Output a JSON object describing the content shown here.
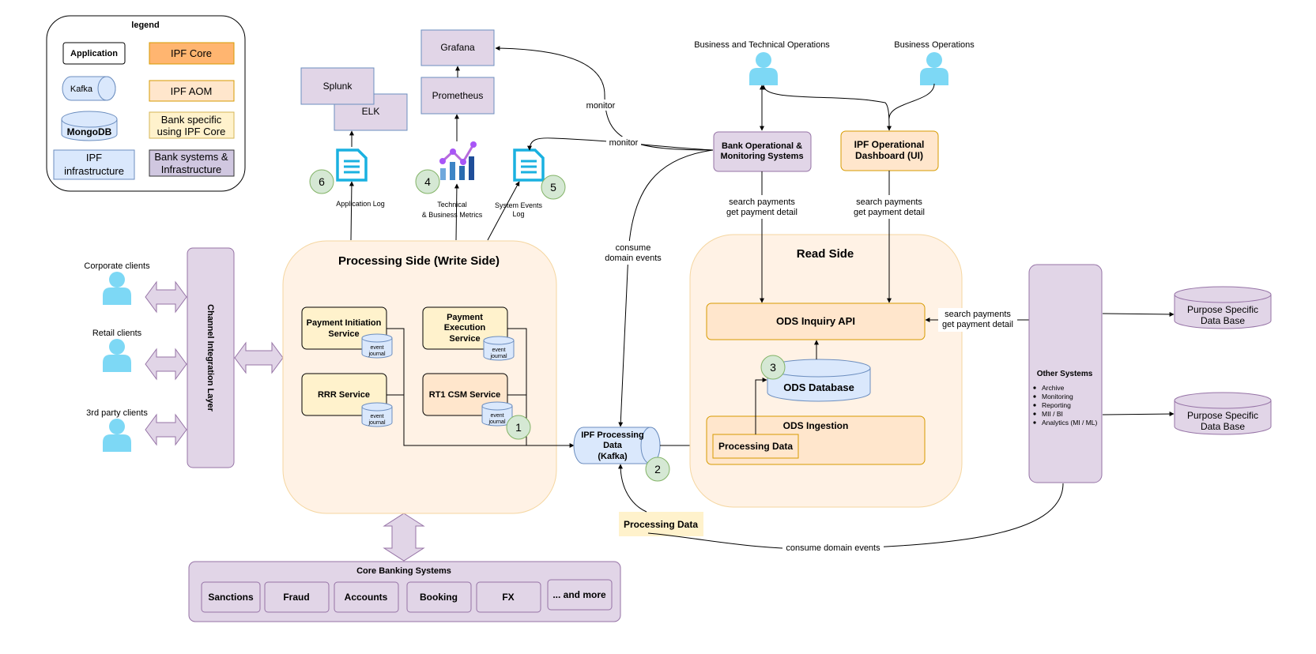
{
  "colors": {
    "app_fill": "#fff2cc",
    "app_stroke": "#000000",
    "core_fill": "#ffb570",
    "core_stroke": "#d79b00",
    "aom_fill": "#ffe6cc",
    "aom_stroke": "#d79b00",
    "bank_core_fill": "#fff2cc",
    "bank_core_stroke": "#d6b656",
    "infra_fill": "#dae8fc",
    "infra_stroke": "#6c8ebf",
    "banksys_fill": "#e1d5e7",
    "banksys_stroke": "#9673a6",
    "zone_fill": "#fff2e5",
    "zone_stroke": "#f5d6a0",
    "step_fill": "#d5e8d4",
    "step_stroke": "#82b366",
    "person": "#7dd8f5",
    "icon_cyan": "#1ab1e0"
  },
  "legend": {
    "title": "legend",
    "application": "Application",
    "ipf_core": "IPF Core",
    "kafka": "Kafka",
    "ipf_aom": "IPF AOM",
    "mongodb": "MongoDB",
    "bank_specific": [
      "Bank specific",
      "using IPF Core"
    ],
    "ipf_infra": [
      "IPF",
      "infrastructure"
    ],
    "bank_systems": [
      "Bank systems &",
      "Infrastructure"
    ]
  },
  "monitoring": {
    "grafana": "Grafana",
    "prometheus": "Prometheus",
    "splunk": "Splunk",
    "elk": "ELK",
    "app_log": "Application Log",
    "metrics": [
      "Technical",
      "& Business Metrics"
    ],
    "system_events": [
      "System Events",
      "Log"
    ],
    "monitor_1": "monitor",
    "monitor_2": "monitor"
  },
  "steps": {
    "s1": "1",
    "s2": "2",
    "s3": "3",
    "s4": "4",
    "s5": "5",
    "s6": "6"
  },
  "actors": {
    "biz_tech_ops": "Business and Technical Operations",
    "biz_ops": "Business Operations",
    "corporate": "Corporate clients",
    "retail": "Retail clients",
    "third_party": "3rd party clients"
  },
  "channel_layer": "Channel Integration Layer",
  "write_side": {
    "title": "Processing Side (Write Side)",
    "payment_initiation": [
      "Payment Initiation",
      "Service"
    ],
    "payment_execution": [
      "Payment",
      "Execution",
      "Service"
    ],
    "rrr": "RRR Service",
    "rt1": "RT1 CSM Service",
    "journal": [
      "event",
      "journal"
    ]
  },
  "kafka": [
    "IPF Processing",
    "Data",
    "(Kafka)"
  ],
  "processing_data_note": "Processing Data",
  "consume_events_1": [
    "consume",
    "domain events"
  ],
  "consume_events_2": "consume domain events",
  "bank_ops_monitoring": [
    "Bank Operational &",
    "Monitoring Systems"
  ],
  "ipf_dashboard": [
    "IPF Operational",
    "Dashboard (UI)"
  ],
  "search_1": [
    "search payments",
    "get payment detail"
  ],
  "search_2": [
    "search payments",
    "get payment detail"
  ],
  "search_3": [
    "search payments",
    "get payment detail"
  ],
  "read_side": {
    "title": "Read Side",
    "ods_inquiry": "ODS Inquiry API",
    "ods_database": "ODS Database",
    "ods_ingestion": "ODS Ingestion",
    "processing_data": "Processing Data"
  },
  "other_systems": {
    "title": "Other Systems",
    "items": [
      "Archive",
      "Monitoring",
      "Reporting",
      "MII / BI",
      "Analytics (MI / ML)"
    ]
  },
  "purpose_db_1": [
    "Purpose Specific",
    "Data Base"
  ],
  "purpose_db_2": [
    "Purpose Specific",
    "Data Base"
  ],
  "core_banking": {
    "title": "Core Banking Systems",
    "items": [
      "Sanctions",
      "Fraud",
      "Accounts",
      "Booking",
      "FX",
      "... and more"
    ]
  }
}
